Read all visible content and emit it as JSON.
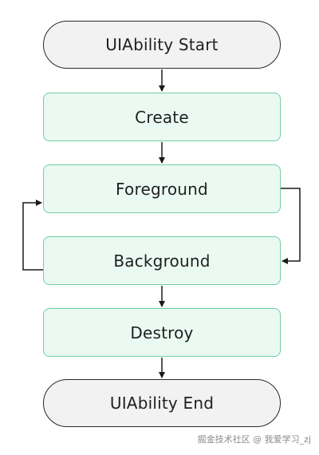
{
  "diagram": {
    "start": "UIAbility Start",
    "create": "Create",
    "foreground": "Foreground",
    "background": "Background",
    "destroy": "Destroy",
    "end": "UIAbility End"
  },
  "watermark": "掘金技术社区 @ 我爱学习_zj",
  "colors": {
    "state_fill": "#eafaf2",
    "state_border": "#6fcf9f",
    "terminal_fill": "#f2f2f2",
    "terminal_border": "#2b2b2b",
    "arrow": "#1a1a1a"
  }
}
